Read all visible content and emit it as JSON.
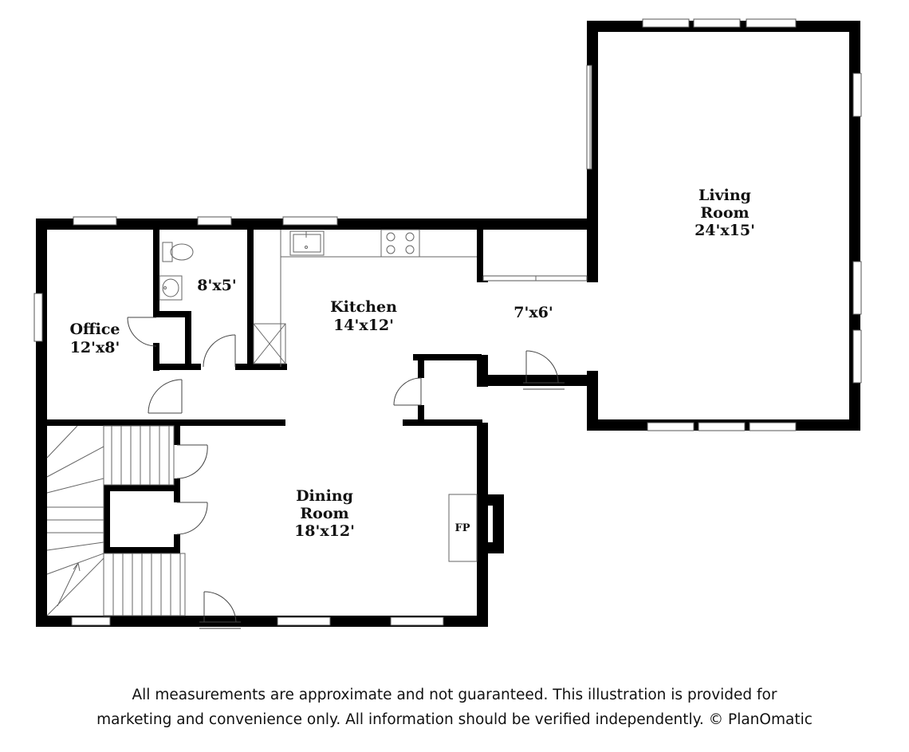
{
  "rooms": {
    "office": {
      "name": "Office",
      "size": "12'x8'"
    },
    "bath": {
      "size": "8'x5'"
    },
    "kitchen": {
      "name": "Kitchen",
      "size": "14'x12'"
    },
    "nook": {
      "size": "7'x6'"
    },
    "living": {
      "name_line1": "Living",
      "name_line2": "Room",
      "size": "24'x15'"
    },
    "dining": {
      "name_line1": "Dining",
      "name_line2": "Room",
      "size": "18'x12'"
    }
  },
  "fixtures": {
    "fireplace_label": "FP"
  },
  "disclaimer": {
    "line1": "All measurements are approximate and not guaranteed. This illustration is provided for",
    "line2": "marketing and convenience only. All information should be verified independently. © PlanOmatic"
  }
}
